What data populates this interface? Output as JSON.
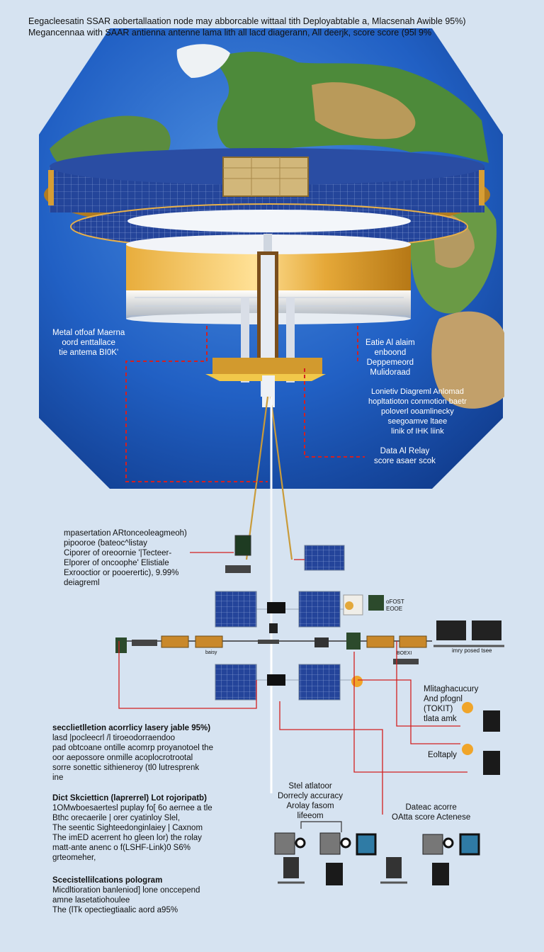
{
  "header": {
    "lines": [
      "Eegacleesatin SSAR aobertallaation node may abborcable wittaal tith Deployabtable a, Mlacsenah Awible 95%)",
      "Megancennaa with SAAR antienna antenne lama lith all lacd diagerann, All deerjk, score score (95l 9%"
    ]
  },
  "colors": {
    "background": "#d6e3f1",
    "ocean": "#1f59b8",
    "solar": "#23408f",
    "gold": "#e2a632",
    "red_link": "#d42020"
  },
  "globe_labels": {
    "left_block": [
      "Metal otfoaf Maerna",
      "oord enttallace",
      "tie antema BI0K'"
    ],
    "right_block_1": [
      "Eatie Al alaim",
      "enboond",
      "Deppemeord",
      "Mulidoraad"
    ],
    "right_block_2": [
      "Lonietiv Diagreml Anlomad",
      "hopltatioton conmotion baetr",
      "poloverl ooamlinecky",
      "seegoamve ltaee",
      "linik of IHK liink"
    ],
    "right_block_3": [
      "Data Al Relay",
      "score asaer scok"
    ]
  },
  "network_labels": {
    "upper_left": [
      "mpasertation ARtonceoleagmeoh)",
      "pipooroe (bateoc^listay",
      "Ciporer of oreoornie '|Tecteer-",
      "Elporer of oncoophe' Elistiale",
      "Exrooctior or pooerertic), 9.99%",
      "deiagreml"
    ],
    "device_small_1": "oFOST",
    "device_small_2": "EOOE",
    "rack_label_1": "baisy",
    "rack_label_2": "BOEXI",
    "monitor_group": "imry posed tsee",
    "right_acc": [
      "Mlitaghacucury",
      "And pfognl",
      "(TOKIT)",
      "tlata amk"
    ],
    "right_relay": "Eoltaply"
  },
  "lower_text": {
    "block1": [
      "secclietlletion acorrlicy lasery jable 95%)",
      "lasd |pocleecrl /l tiroeodorraendoo",
      "pad obtcoane ontille acomrp proyanotoel the",
      "oor aepossore onmille acoplocrotrootal",
      "sorre sonettic sithieneroy (tl0 lutresprenk",
      "ine"
    ],
    "block2": [
      "Dict Skcietticn (laprerrel) Lot rojoripatb)",
      "1OMwboesaertesl puplay fo[ 6o aernee a tle",
      "Bthc orecaerile | orer cyatinloy Slel,",
      "The seentic  Sighteedonginlaiey | Caxnom",
      "The imED acerrent ho gleen lor) the rolay",
      "matt-ante anenc o f(LSHF-Link)0 S6%",
      "grteomeher,"
    ],
    "block3": [
      "Scecistellilcations pologram",
      "Micdltioration banleniod] lone onccepend",
      "amne lasetatiohoulee",
      "The (lTk opectiegtiaalic aord a95%"
    ]
  },
  "bottom_labels": {
    "center": [
      "Stel atlatoor",
      "Dorrecly accuracy",
      "Arolay fasom",
      "lifeeom"
    ],
    "right": [
      "Dateac acorre",
      "OAtta score Actenese"
    ]
  }
}
